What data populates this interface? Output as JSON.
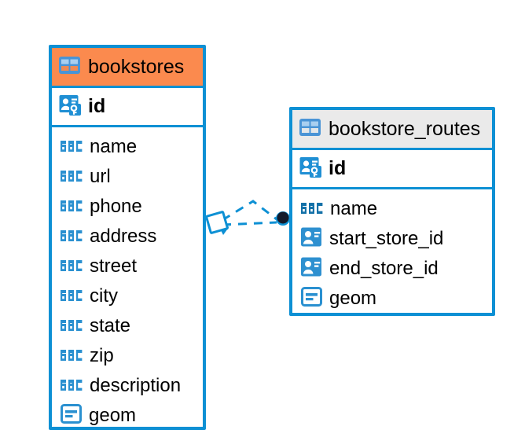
{
  "diagram": {
    "background_color": "#ffffff",
    "accent_color": "#0d90d4",
    "selected_header_color": "#fb8a4e",
    "header_color": "#eaeaea"
  },
  "tables": [
    {
      "name": "bookstores",
      "selected": true,
      "icon": "table-icon",
      "primary_key": {
        "label": "id",
        "icon": "primary-key-icon"
      },
      "columns": [
        {
          "label": "name",
          "icon": "abc-text-icon"
        },
        {
          "label": "url",
          "icon": "abc-text-icon"
        },
        {
          "label": "phone",
          "icon": "abc-text-icon"
        },
        {
          "label": "address",
          "icon": "abc-text-icon"
        },
        {
          "label": "street",
          "icon": "abc-text-icon"
        },
        {
          "label": "city",
          "icon": "abc-text-icon"
        },
        {
          "label": "state",
          "icon": "abc-text-icon"
        },
        {
          "label": "zip",
          "icon": "abc-text-icon"
        },
        {
          "label": "description",
          "icon": "abc-text-icon"
        },
        {
          "label": "geom",
          "icon": "geometry-icon"
        }
      ]
    },
    {
      "name": "bookstore_routes",
      "selected": false,
      "icon": "table-icon",
      "primary_key": {
        "label": "id",
        "icon": "primary-key-icon"
      },
      "columns": [
        {
          "label": "name",
          "icon": "abc-text-icon"
        },
        {
          "label": "start_store_id",
          "icon": "foreign-key-icon"
        },
        {
          "label": "end_store_id",
          "icon": "foreign-key-icon"
        },
        {
          "label": "geom",
          "icon": "geometry-icon"
        }
      ]
    }
  ],
  "relationship": {
    "from_table": "bookstores",
    "to_table": "bookstore_routes",
    "line_style": "dashed",
    "line_color": "#0d90d4",
    "source_marker": "diamond-marker",
    "target_marker": "filled-circle-marker",
    "target_marker_color": "#131a2b"
  }
}
